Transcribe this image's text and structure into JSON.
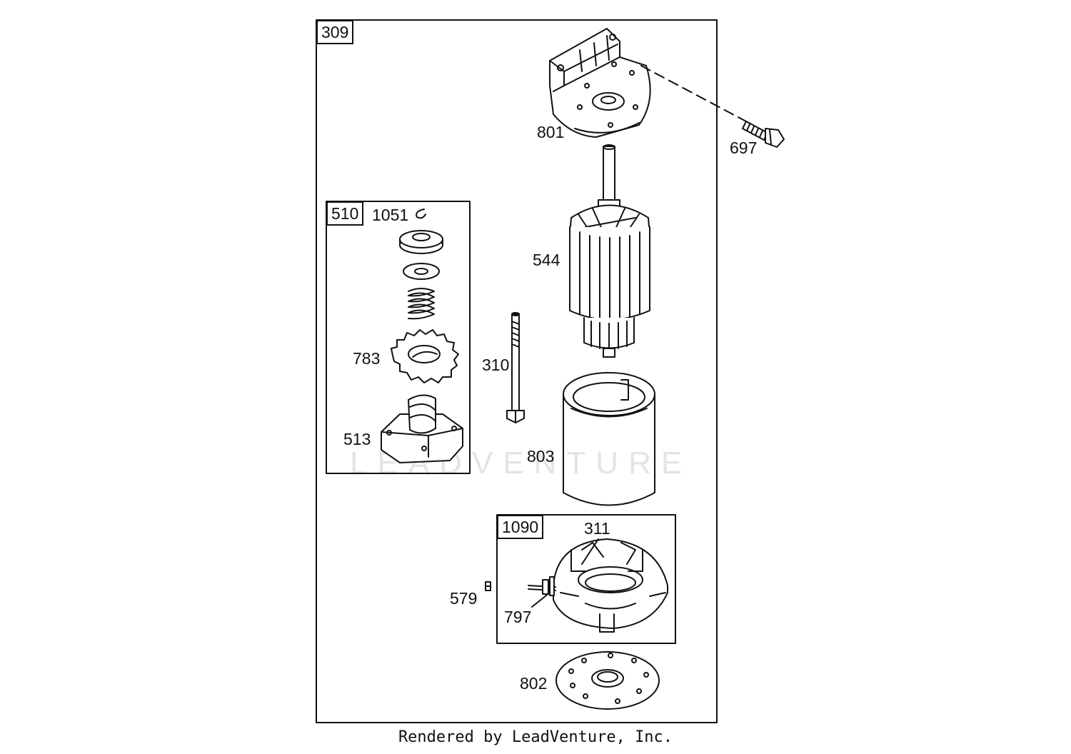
{
  "group_labels": {
    "g309": "309",
    "g510": "510",
    "g1090": "1090"
  },
  "part_labels": {
    "p801": "801",
    "p697": "697",
    "p1051": "1051",
    "p544": "544",
    "p783": "783",
    "p310": "310",
    "p513": "513",
    "p803": "803",
    "p311": "311",
    "p579": "579",
    "p797": "797",
    "p802": "802"
  },
  "watermark": "LEADVENTURE",
  "footer": "Rendered by LeadVenture, Inc."
}
